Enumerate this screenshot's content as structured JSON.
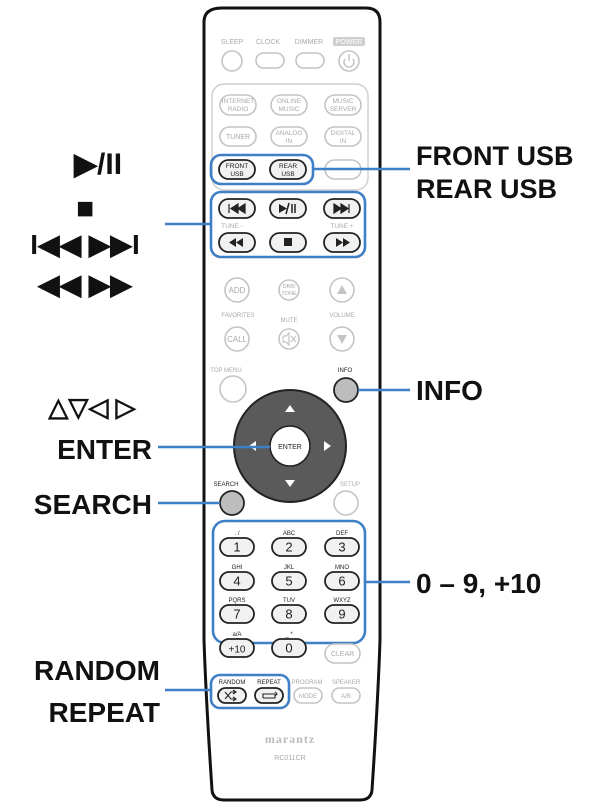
{
  "callouts": {
    "left_play_pause": "▶/II",
    "left_stop": "■",
    "left_skip": "I◀◀ ▶▶I",
    "left_scan": "◀◀ ▶▶",
    "left_arrows": "△▽◁ ▷",
    "left_enter": "ENTER",
    "left_search": "SEARCH",
    "left_random": "RANDOM",
    "left_repeat": "REPEAT",
    "right_front_usb": "FRONT USB",
    "right_rear_usb": "REAR USB",
    "right_info": "INFO",
    "right_numbers": "0 – 9, +10"
  },
  "remote": {
    "top_labels": [
      "SLEEP",
      "CLOCK",
      "DIMMER",
      "POWER"
    ],
    "source_row1": [
      [
        "INTERNET",
        "RADIO"
      ],
      [
        "ONLINE",
        "MUSIC"
      ],
      [
        "MUSIC",
        "SERVER"
      ]
    ],
    "source_row2": [
      "TUNER",
      [
        "ANALOG",
        "IN"
      ],
      [
        "DIGITAL",
        "IN"
      ]
    ],
    "usb_buttons": [
      [
        "FRONT",
        "USB"
      ],
      [
        "REAR",
        "USB"
      ]
    ],
    "tune_minus": "TUNE -",
    "tune_plus": "TUNE +",
    "add": "ADD",
    "dbb_tone": [
      "DBB/",
      "TONE"
    ],
    "favorites": "FAVORITES",
    "call": "CALL",
    "mute": "MUTE",
    "volume": "VOLUME",
    "top_menu": "TOP MENU",
    "info": "INFO",
    "enter": "ENTER",
    "search": "SEARCH",
    "setup": "SETUP",
    "key_letters": [
      ". /",
      "ABC",
      "DEF",
      "GHI",
      "JKL",
      "MNO",
      "PQRS",
      "TUV",
      "WXYZ",
      "a/A",
      "_ *"
    ],
    "keys": [
      "1",
      "2",
      "3",
      "4",
      "5",
      "6",
      "7",
      "8",
      "9",
      "+10",
      "0"
    ],
    "clear": "CLEAR",
    "random": "RANDOM",
    "repeat": "REPEAT",
    "program_mode": [
      "PROGRAM",
      "MODE"
    ],
    "speaker_ab": [
      "SPEAKER",
      "A/B"
    ],
    "brand": "marantz",
    "model": "RC011CR"
  }
}
